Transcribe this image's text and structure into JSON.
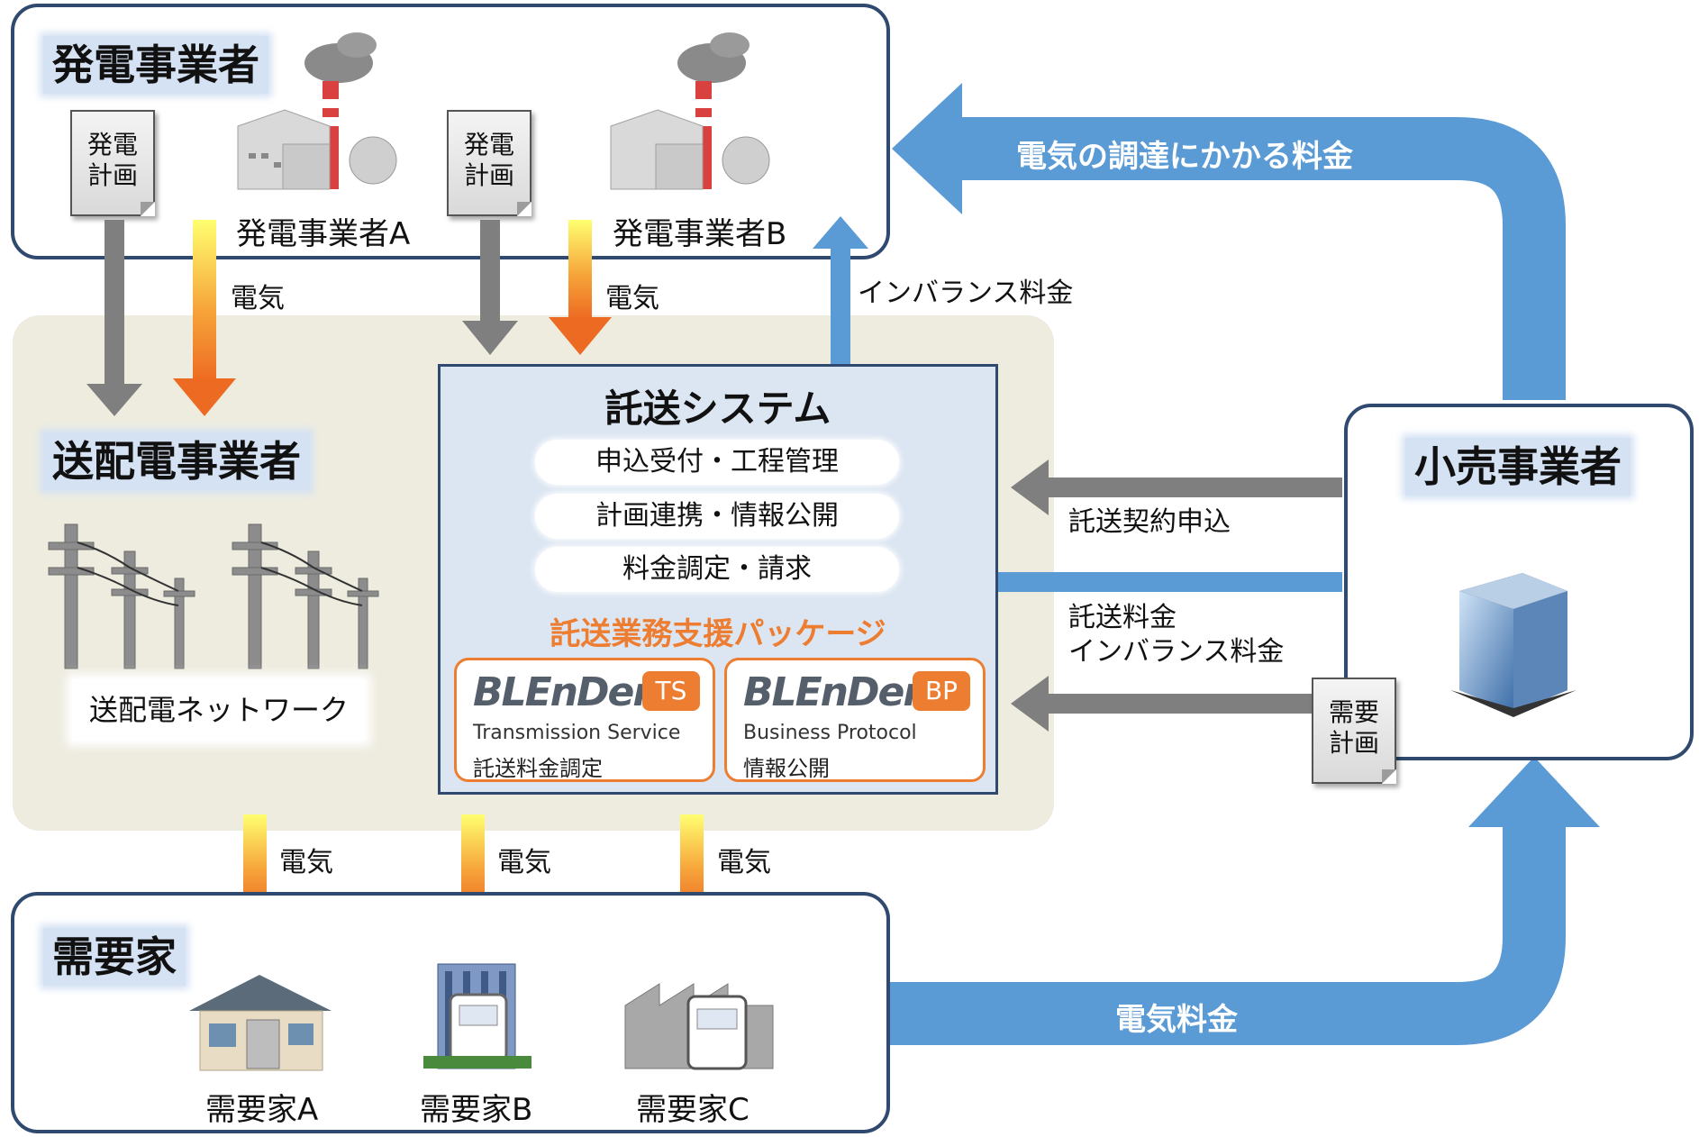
{
  "generation": {
    "title": "発電事業者",
    "plan_label": "発電\n計画",
    "company_a": "発電事業者A",
    "company_b": "発電事業者B"
  },
  "transmission_operator": {
    "title": "送配電事業者",
    "network": "送配電ネットワーク"
  },
  "consigned_system": {
    "title": "託送システム",
    "functions": [
      "申込受付・工程管理",
      "計画連携・情報公開",
      "料金調定・請求"
    ],
    "package_title": "託送業務支援パッケージ",
    "packages": [
      {
        "logo": "BLEnDer",
        "badge": "TS",
        "en": "Transmission Service",
        "jp": "託送料金調定"
      },
      {
        "logo": "BLEnDer",
        "badge": "BP",
        "en": "Business Protocol",
        "jp": "情報公開"
      }
    ]
  },
  "retailer": {
    "title": "小売事業者",
    "plan_label": "需要\n計画"
  },
  "consumers": {
    "title": "需要家",
    "a": "需要家A",
    "b": "需要家B",
    "c": "需要家C"
  },
  "flows": {
    "electricity": "電気",
    "imbalance": "インバランス料金",
    "procurement_fee": "電気の調達にかかる料金",
    "consignment_application": "託送契約申込",
    "consignment_fee_line1": "託送料金",
    "consignment_fee_line2": "インバランス料金",
    "electricity_fee": "電気料金"
  },
  "colors": {
    "panel_border": "#2f4a6e",
    "title_bg": "#d5e2f3",
    "system_bg": "#dce6f2",
    "operator_bg": "#eeecdf",
    "blue_arrow": "#5b9bd5",
    "gray_arrow": "#7f7f7f",
    "orange": "#ed7d31",
    "yellow": "#ffff66"
  }
}
